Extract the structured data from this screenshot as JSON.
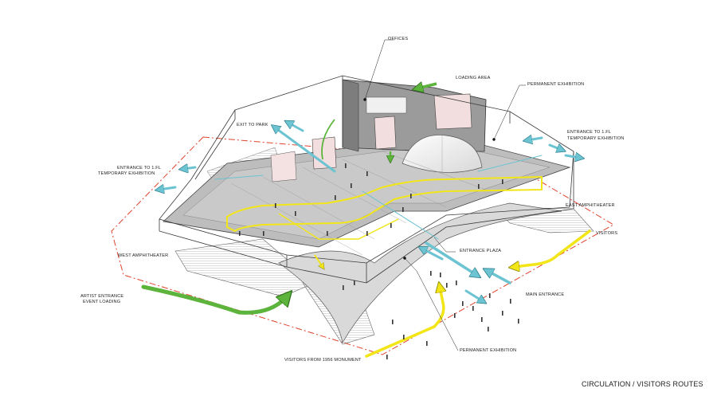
{
  "labels": {
    "offices": "OFFICES",
    "loading_area": "LOADING AREA",
    "permanent_exhibition_top": "PERMANENT EXHIBITION",
    "exit_to_park": "EXIT TO PARK",
    "entrance_1fl_right_line1": "ENTRANCE TO 1.FL",
    "entrance_1fl_right_line2": "TEMPORARY EXHIBITION",
    "entrance_1fl_left_line1": "ENTRANCE TO 1.FL",
    "entrance_1fl_left_line2": "TEMPORARY EXHIBITION",
    "east_amphitheater": "EAST AMPHITHEATER",
    "visitors": "VISITORS",
    "west_amphitheater": "WEST AMPHITHEATER",
    "entrance_plaza": "ENTRANCE PLAZA",
    "main_entrance": "MAIN ENTRANCE",
    "artist_entrance_line1": "ARTIST ENTRANCE",
    "artist_entrance_line2": "EVENT LOADING",
    "permanent_exhibition_bottom": "PERMANENT EXHIBITION",
    "visitors_from_monument": "VISITORS FROM 1956 MONUMENT"
  },
  "caption": "CIRCULATION / VISITORS ROUTES",
  "colors": {
    "route_yellow": "#f2e619",
    "route_green": "#5cb43c",
    "route_cyan": "#6cc3d1",
    "site_boundary": "#e0432c",
    "outline": "#3a3a3a",
    "floor_gray": "#bdbdbd"
  }
}
